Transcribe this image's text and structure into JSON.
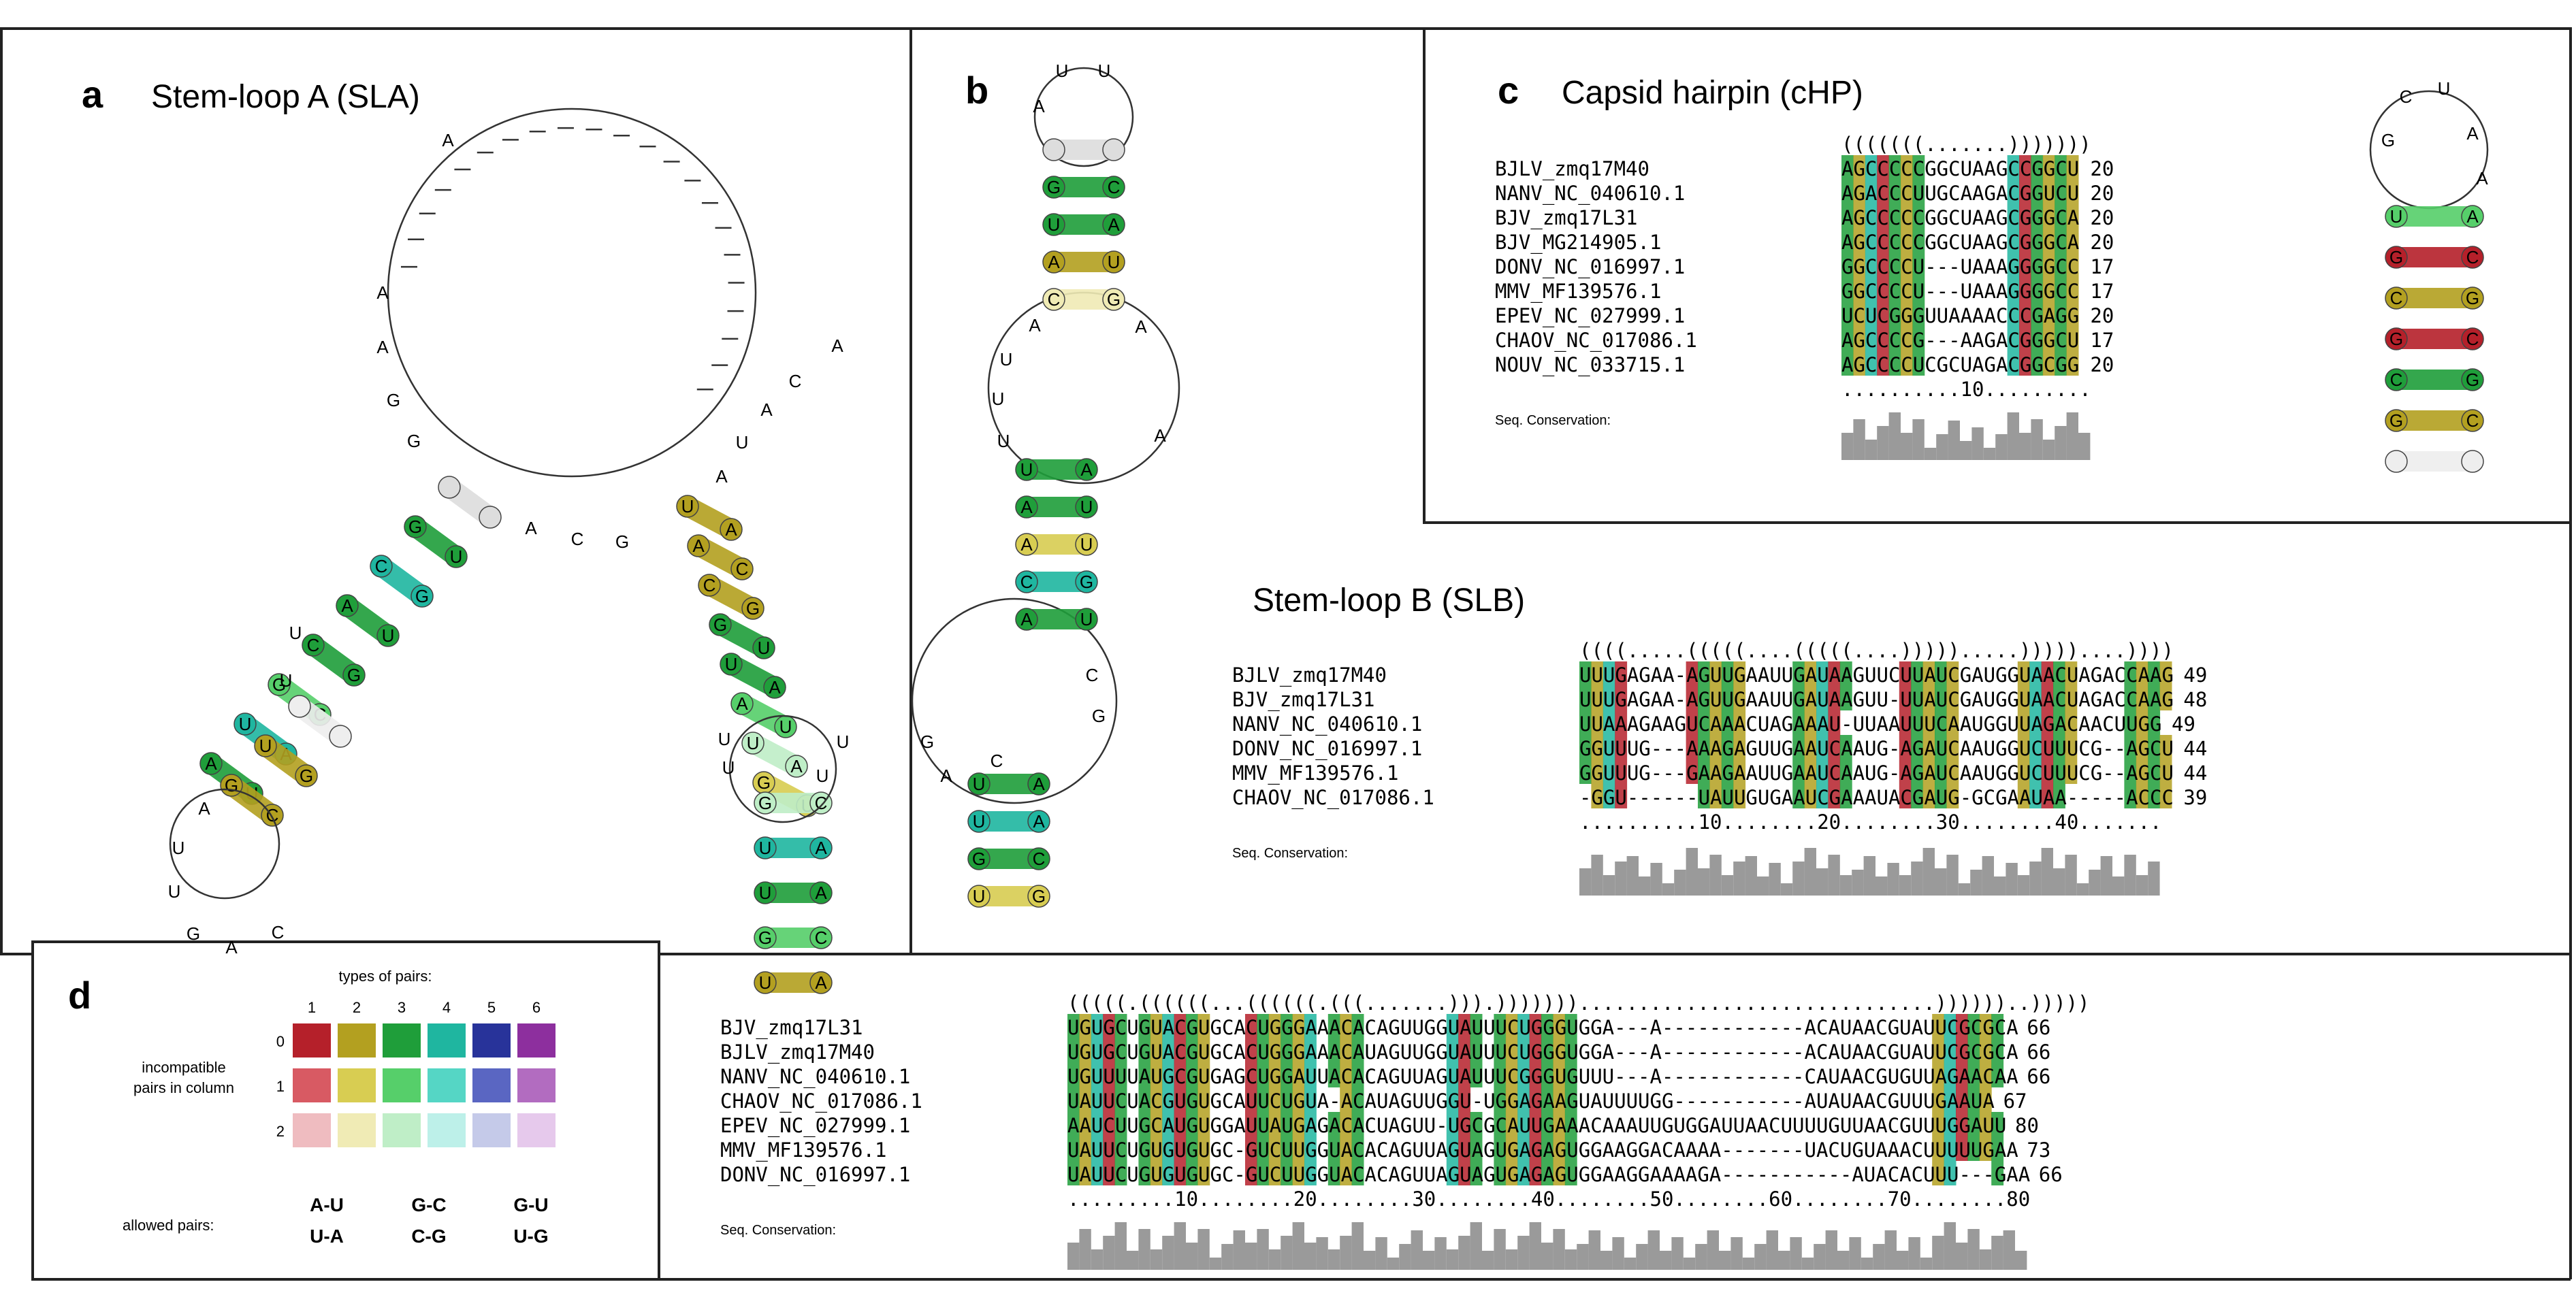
{
  "colors": {
    "pairs": {
      "1": [
        "#b5202a",
        "#d85a63",
        "#efbcc0"
      ],
      "2": [
        "#b3a020",
        "#d8cd52",
        "#f0ebb5"
      ],
      "3": [
        "#1f9e3a",
        "#56cf6a",
        "#bfeec7"
      ],
      "4": [
        "#1fb6a0",
        "#55d6c5",
        "#bdf0e9"
      ],
      "5": [
        "#28339a",
        "#5a66c2",
        "#c5cae9"
      ],
      "6": [
        "#8d2f9e",
        "#b26cc0",
        "#e6c9ec"
      ]
    },
    "mapping": {
      "R": "1",
      "Y": "2",
      "G": "3",
      "T": "4",
      "B": "5",
      "P": "6"
    }
  },
  "panel_a": {
    "letter": "a",
    "title": "Stem-loop A (SLA)"
  },
  "panel_b": {
    "letter": "b"
  },
  "panel_c": {
    "letter": "c",
    "title": "Capsid hairpin (cHP)",
    "structure": "(((((((.......)))))))",
    "ruler": "..........10.........",
    "conservation_label": "Seq. Conservation:",
    "rows": [
      {
        "name": "BJLV_zmq17M40",
        "seq": "AGCCCCCGGCUAAGCCGGCU",
        "len": "20"
      },
      {
        "name": "NANV_NC_040610.1",
        "seq": "AGACCCUUGCAAGACGGUCU",
        "len": "20"
      },
      {
        "name": "BJV_zmq17L31",
        "seq": "AGCCCCCGGCUAAGCGGGCA",
        "len": "20"
      },
      {
        "name": "BJV_MG214905.1",
        "seq": "AGCCCCCGGCUAAGCGGGCA",
        "len": "20"
      },
      {
        "name": "DONV_NC_016997.1",
        "seq": "GGCCCCU---UAAAGGGGCC",
        "len": "17"
      },
      {
        "name": "MMV_MF139576.1",
        "seq": "GGCCCCU---UAAAGGGGCC",
        "len": "17"
      },
      {
        "name": "EPEV_NC_027999.1",
        "seq": "UCUCGGGUUAAAACCCGAGG",
        "len": "20"
      },
      {
        "name": "CHAOV_NC_017086.1",
        "seq": "AGCCCCG---AAGACGGGCU",
        "len": "17"
      },
      {
        "name": "NOUV_NC_033715.1",
        "seq": "AGCCCCUCGCUAGACGGCGG",
        "len": "20"
      }
    ]
  },
  "panel_slb": {
    "title": "Stem-loop B (SLB)",
    "structure": "((((.....(((((....(((((....))))).....)))))....))))",
    "ruler": "..........10........20........30........40.......",
    "conservation_label": "Seq. Conservation:",
    "rows": [
      {
        "name": "BJLV_zmq17M40",
        "seq": "UUUGAGAA-AGUUGAAUUGAUAAGUUCUUAUCGAUGGUAACUAGACCAAG",
        "len": "49"
      },
      {
        "name": "BJV_zmq17L31",
        "seq": "UUUGAGAA-AGUUGAAUUGAUAAGUU-UUAUCGAUGGUAACUAGACCAAG",
        "len": "48"
      },
      {
        "name": "NANV_NC_040610.1",
        "seq": "UUAAAGAAGUCAAACUAGAAAU-UUAAUUUCAAUGGUUAGACAACUUGG",
        "len": "49"
      },
      {
        "name": "DONV_NC_016997.1",
        "seq": "GGUUUG---AAAGAGUUGAAUCAAUG-AGAUCAAUGGUCUUUCG--AGCU",
        "len": "44"
      },
      {
        "name": "MMV_MF139576.1",
        "seq": "GGUUUG---GAAGAAUUGAAUCAAUG-AGAUCAAUGGUCUUUCG--AGCU",
        "len": "44"
      },
      {
        "name": "CHAOV_NC_017086.1",
        "seq": "-GGU------UAUUGUGAAUCGAAAUACGAUG-GCGAAUAA-----ACCC",
        "len": "39"
      }
    ]
  },
  "panel_d": {
    "letter": "d",
    "types_label": "types of pairs:",
    "type_numbers": [
      "1",
      "2",
      "3",
      "4",
      "5",
      "6"
    ],
    "incompatible_label_1": "incompatible",
    "incompatible_label_2": "pairs in column",
    "row_numbers": [
      "0",
      "1",
      "2"
    ],
    "allowed_label": "allowed pairs:",
    "allowed": [
      [
        "A-U",
        "U-A"
      ],
      [
        "G-C",
        "C-G"
      ],
      [
        "G-U",
        "U-G"
      ]
    ]
  },
  "panel_bottom": {
    "structure": "(((((.((((((...((((((.(((.......))).)))))))..............................))))))..)))))",
    "ruler": ".........10........20........30........40........50........60........70........80",
    "conservation_label": "Seq. Conservation:",
    "rows": [
      {
        "name": "BJV_zmq17L31",
        "seq": "UGUGCUGUACGUGCACUGGGAAACACAGUUGGUAUUUCUGGGUGGA---A------------ACAUAACGUAUUCGCGCA",
        "len": "66"
      },
      {
        "name": "BJLV_zmq17M40",
        "seq": "UGUGCUGUACGUGCACUGGGAAACAUAGUUGGUAUUUCUGGGUGGA---A------------ACAUAACGUAUUCGCGCA",
        "len": "66"
      },
      {
        "name": "NANV_NC_040610.1",
        "seq": "UGUUUUAUGCGUGAGCUGGAUUACACAGUUAGUAUUUCGGGUGUUU---A------------CAUAACGUGUUAGAACAA",
        "len": "66"
      },
      {
        "name": "CHAOV_NC_017086.1",
        "seq": "UAUUCUACGUGUGCAUUCUGUA-ACAUAGUUGGU-UGGAGAAGUAUUUUGG-----------AUAUAACGUUUGAAUA",
        "len": "67"
      },
      {
        "name": "EPEV_NC_027999.1",
        "seq": "AAUCUUGCAUGUGGAUUAUGAGACACUAGUU-UGCGCAUUGAAACAAAUUGUGGAUUAACUUUUGUUAACGUUUGGAUU",
        "len": "80"
      },
      {
        "name": "MMV_MF139576.1",
        "seq": "UAUUCUGUGUGUGC-GUCUUGGUACACAGUUAGUAGUGAGAGUGGAAGGACAAAA-------UACUGUAAACUUUUUGAA",
        "len": "73"
      },
      {
        "name": "DONV_NC_016997.1",
        "seq": "UAUUCUGUGUGUGC-GUCUUGGUACACAGUUAGUAGUGAGAGUGGAAGGAAAAGA-----------AUACACUUU---GAA",
        "len": "66"
      }
    ]
  }
}
